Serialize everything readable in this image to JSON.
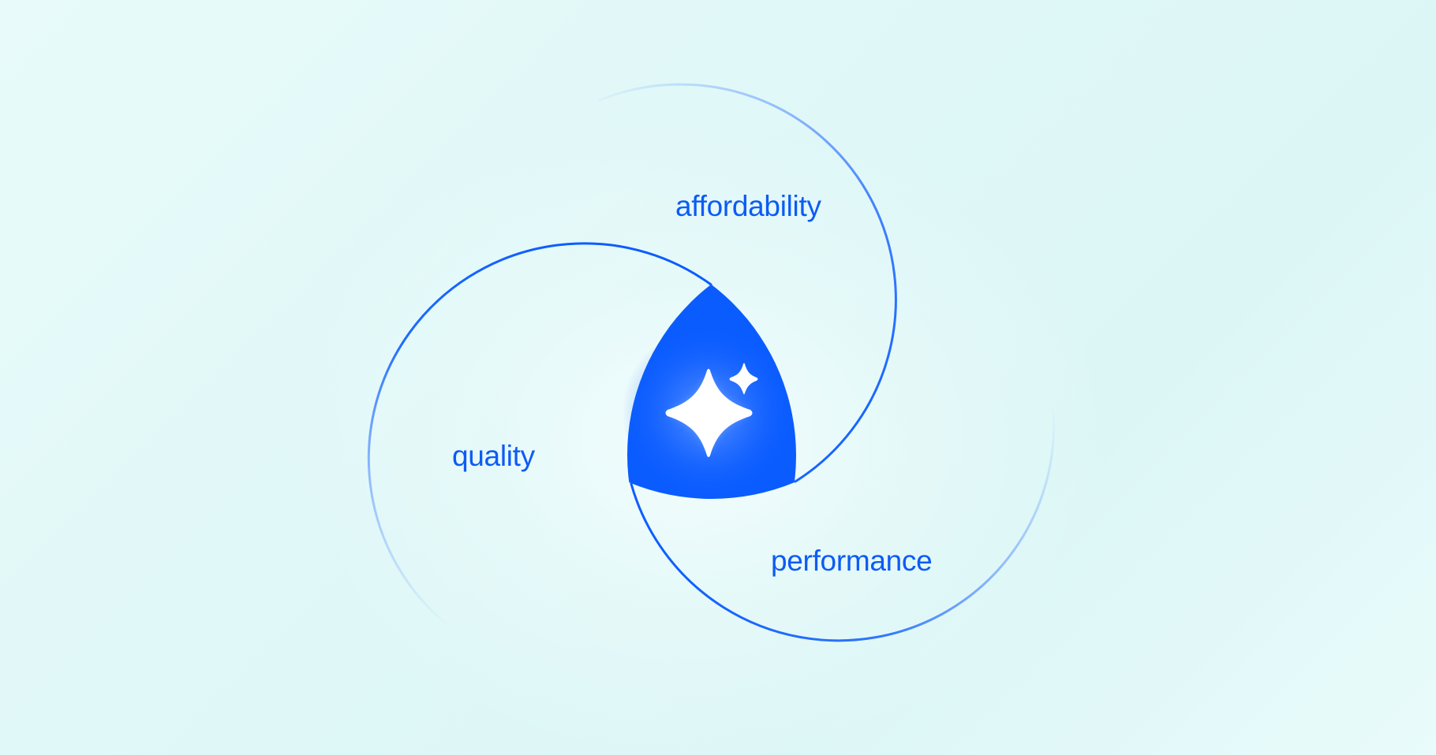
{
  "diagram": {
    "type": "three-circle-venn-spiral",
    "center_icon": "sparkles-icon",
    "colors": {
      "accent": "#0B5CFF",
      "label": "#0D5BF5",
      "background": "#DFF7F7",
      "icon": "#FFFFFF"
    },
    "circles": [
      {
        "id": "quality",
        "label": "quality"
      },
      {
        "id": "affordability",
        "label": "affordability"
      },
      {
        "id": "performance",
        "label": "performance"
      }
    ]
  }
}
